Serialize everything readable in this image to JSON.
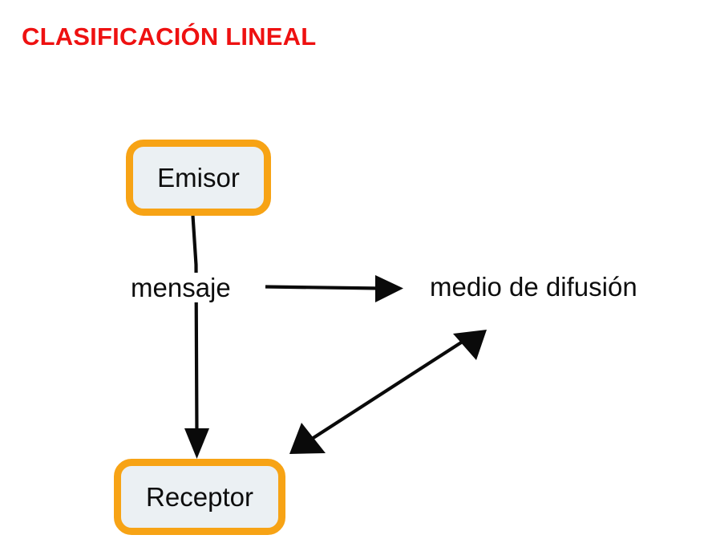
{
  "slide": {
    "title": "CLASIFICACIÓN LINEAL",
    "background_color": "#ffffff",
    "title_color": "#ee1111"
  },
  "diagram": {
    "type": "flow-diagram",
    "node_fill_color": "#ebf0f3",
    "node_border_color": "#f7a315",
    "connector_color": "#0a0a0a",
    "nodes": [
      {
        "id": "emisor",
        "label": "Emisor",
        "shape": "rounded-rect"
      },
      {
        "id": "receptor",
        "label": "Receptor",
        "shape": "rounded-rect"
      }
    ],
    "labels": [
      {
        "id": "mensaje",
        "text": "mensaje"
      },
      {
        "id": "medio",
        "text": "medio de difusión"
      }
    ],
    "connectors": [
      {
        "id": "emisor-to-receptor",
        "from": "emisor",
        "to": "receptor",
        "arrows": "single"
      },
      {
        "id": "mensaje-to-medio",
        "from": "mensaje",
        "to": "medio",
        "arrows": "single"
      },
      {
        "id": "receptor-to-medio",
        "from": "receptor",
        "to": "medio",
        "arrows": "double"
      }
    ]
  }
}
